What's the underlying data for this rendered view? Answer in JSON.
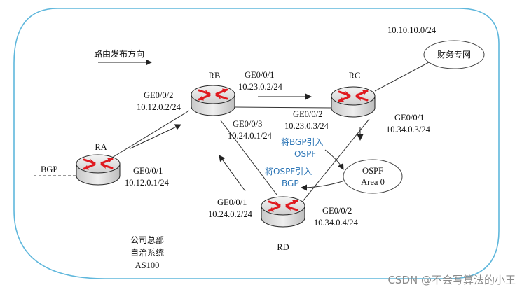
{
  "routers": [
    {
      "id": "RA",
      "label": "RA"
    },
    {
      "id": "RB",
      "label": "RB"
    },
    {
      "id": "RC",
      "label": "RC"
    },
    {
      "id": "RD",
      "label": "RD"
    }
  ],
  "route_direction_label": "路由发布方向",
  "bgp_label": "BGP",
  "network_top": "10.10.10.0/24",
  "finance_net": "财务专网",
  "ospf_area": {
    "line1": "OSPF",
    "line2": "Area 0"
  },
  "redistribute_bgp_into_ospf": {
    "line1": "将BGP引入",
    "line2": "OSPF"
  },
  "redistribute_ospf_into_bgp": {
    "line1": "将OSPF引入",
    "line2": "BGP"
  },
  "interfaces": {
    "rb_ge002": {
      "name": "GE0/0/2",
      "ip": "10.12.0.2/24"
    },
    "ra_ge001": {
      "name": "GE0/0/1",
      "ip": "10.12.0.1/24"
    },
    "rb_ge001": {
      "name": "GE0/0/1",
      "ip": "10.23.0.2/24"
    },
    "rb_ge003": {
      "name": "GE0/0/3",
      "ip": "10.24.0.1/24"
    },
    "rc_ge002": {
      "name": "GE0/0/2",
      "ip": "10.23.0.3/24"
    },
    "rc_ge001": {
      "name": "GE0/0/1",
      "ip": "10.34.0.3/24"
    },
    "rd_ge001": {
      "name": "GE0/0/1",
      "ip": "10.24.0.2/24"
    },
    "rd_ge002": {
      "name": "GE0/0/2",
      "ip": "10.34.0.4/24"
    }
  },
  "hq": {
    "line1": "公司总部",
    "line2": "自治系统",
    "line3": "AS100"
  },
  "watermark": "CSDN @不会写算法的小王",
  "colors": {
    "boundary": "#5fb7dc",
    "router_body": "#d9d9d9",
    "router_arrow": "#e0191f",
    "line": "#333333",
    "blue_text": "#2a74b5"
  }
}
